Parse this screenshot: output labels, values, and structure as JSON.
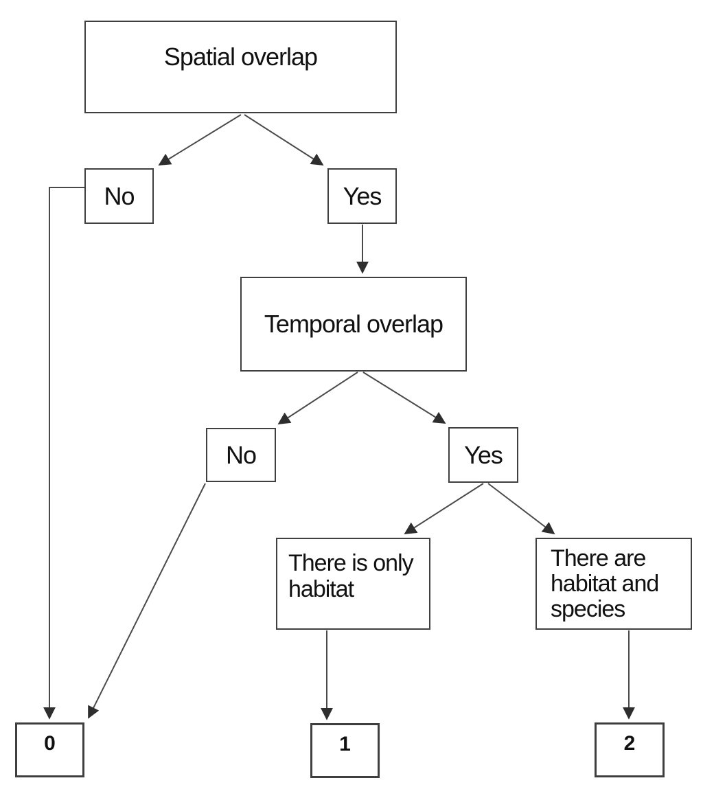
{
  "diagram": {
    "type": "decision-tree-flowchart",
    "colors": {
      "background": "#ffffff",
      "line": "#4a4a4a",
      "box_border": "#3f3f3f",
      "text": "#111111"
    },
    "nodes": {
      "spatial": {
        "label": "Spatial overlap"
      },
      "spatial_no": {
        "label": "No"
      },
      "spatial_yes": {
        "label": "Yes"
      },
      "temporal": {
        "label": "Temporal overlap"
      },
      "temporal_no": {
        "label": "No"
      },
      "temporal_yes": {
        "label": "Yes"
      },
      "habitat_only": {
        "label": "There is only habitat"
      },
      "habitat_species": {
        "label": "There are habitat and species"
      },
      "outcome_zero": {
        "label": "0"
      },
      "outcome_one": {
        "label": "1"
      },
      "outcome_two": {
        "label": "2"
      }
    },
    "edges": [
      {
        "from": "spatial",
        "to": "spatial_no"
      },
      {
        "from": "spatial",
        "to": "spatial_yes"
      },
      {
        "from": "spatial_no",
        "to": "outcome_zero"
      },
      {
        "from": "spatial_yes",
        "to": "temporal"
      },
      {
        "from": "temporal",
        "to": "temporal_no"
      },
      {
        "from": "temporal",
        "to": "temporal_yes"
      },
      {
        "from": "temporal_no",
        "to": "outcome_zero"
      },
      {
        "from": "temporal_yes",
        "to": "habitat_only"
      },
      {
        "from": "temporal_yes",
        "to": "habitat_species"
      },
      {
        "from": "habitat_only",
        "to": "outcome_one"
      },
      {
        "from": "habitat_species",
        "to": "outcome_two"
      }
    ]
  }
}
